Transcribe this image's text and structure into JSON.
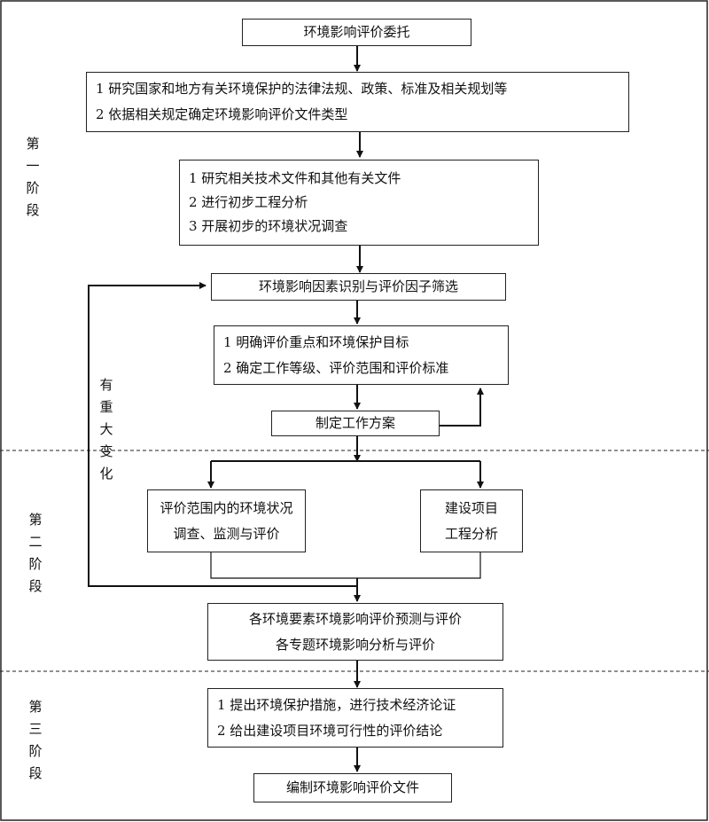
{
  "boxes": {
    "commission": "环境影响评价委托",
    "study_laws": [
      "1  研究国家和地方有关环境保护的法律法规、政策、标准及相关规划等",
      "2  依据相关规定确定环境影响评价文件类型"
    ],
    "study_docs": [
      "1  研究相关技术文件和其他有关文件",
      "2  进行初步工程分析",
      "3 开展初步的环境状况调查"
    ],
    "factor_screening": "环境影响因素识别与评价因子筛选",
    "focus": [
      "1  明确评价重点和环境保护目标",
      "2  确定工作等级、评价范围和评价标准"
    ],
    "work_plan": "制定工作方案",
    "env_survey": [
      "评价范围内的环境状况",
      "调查、监测与评价"
    ],
    "project_analysis": [
      "建设项目",
      "工程分析"
    ],
    "prediction": [
      "各环境要素环境影响评价预测与评价",
      "各专题环境影响分析与评价"
    ],
    "measures": [
      "1  提出环境保护措施，进行技术经济论证",
      "2  给出建设项目环境可行性的评价结论"
    ],
    "report": "编制环境影响评价文件"
  },
  "stages": {
    "stage1": [
      "第",
      "一",
      "阶",
      "段"
    ],
    "stage2": [
      "第",
      "二",
      "阶",
      "段"
    ],
    "stage3": [
      "第",
      "三",
      "阶",
      "段"
    ]
  },
  "feedback_label": [
    "有",
    "重",
    "大",
    "变",
    "化"
  ]
}
